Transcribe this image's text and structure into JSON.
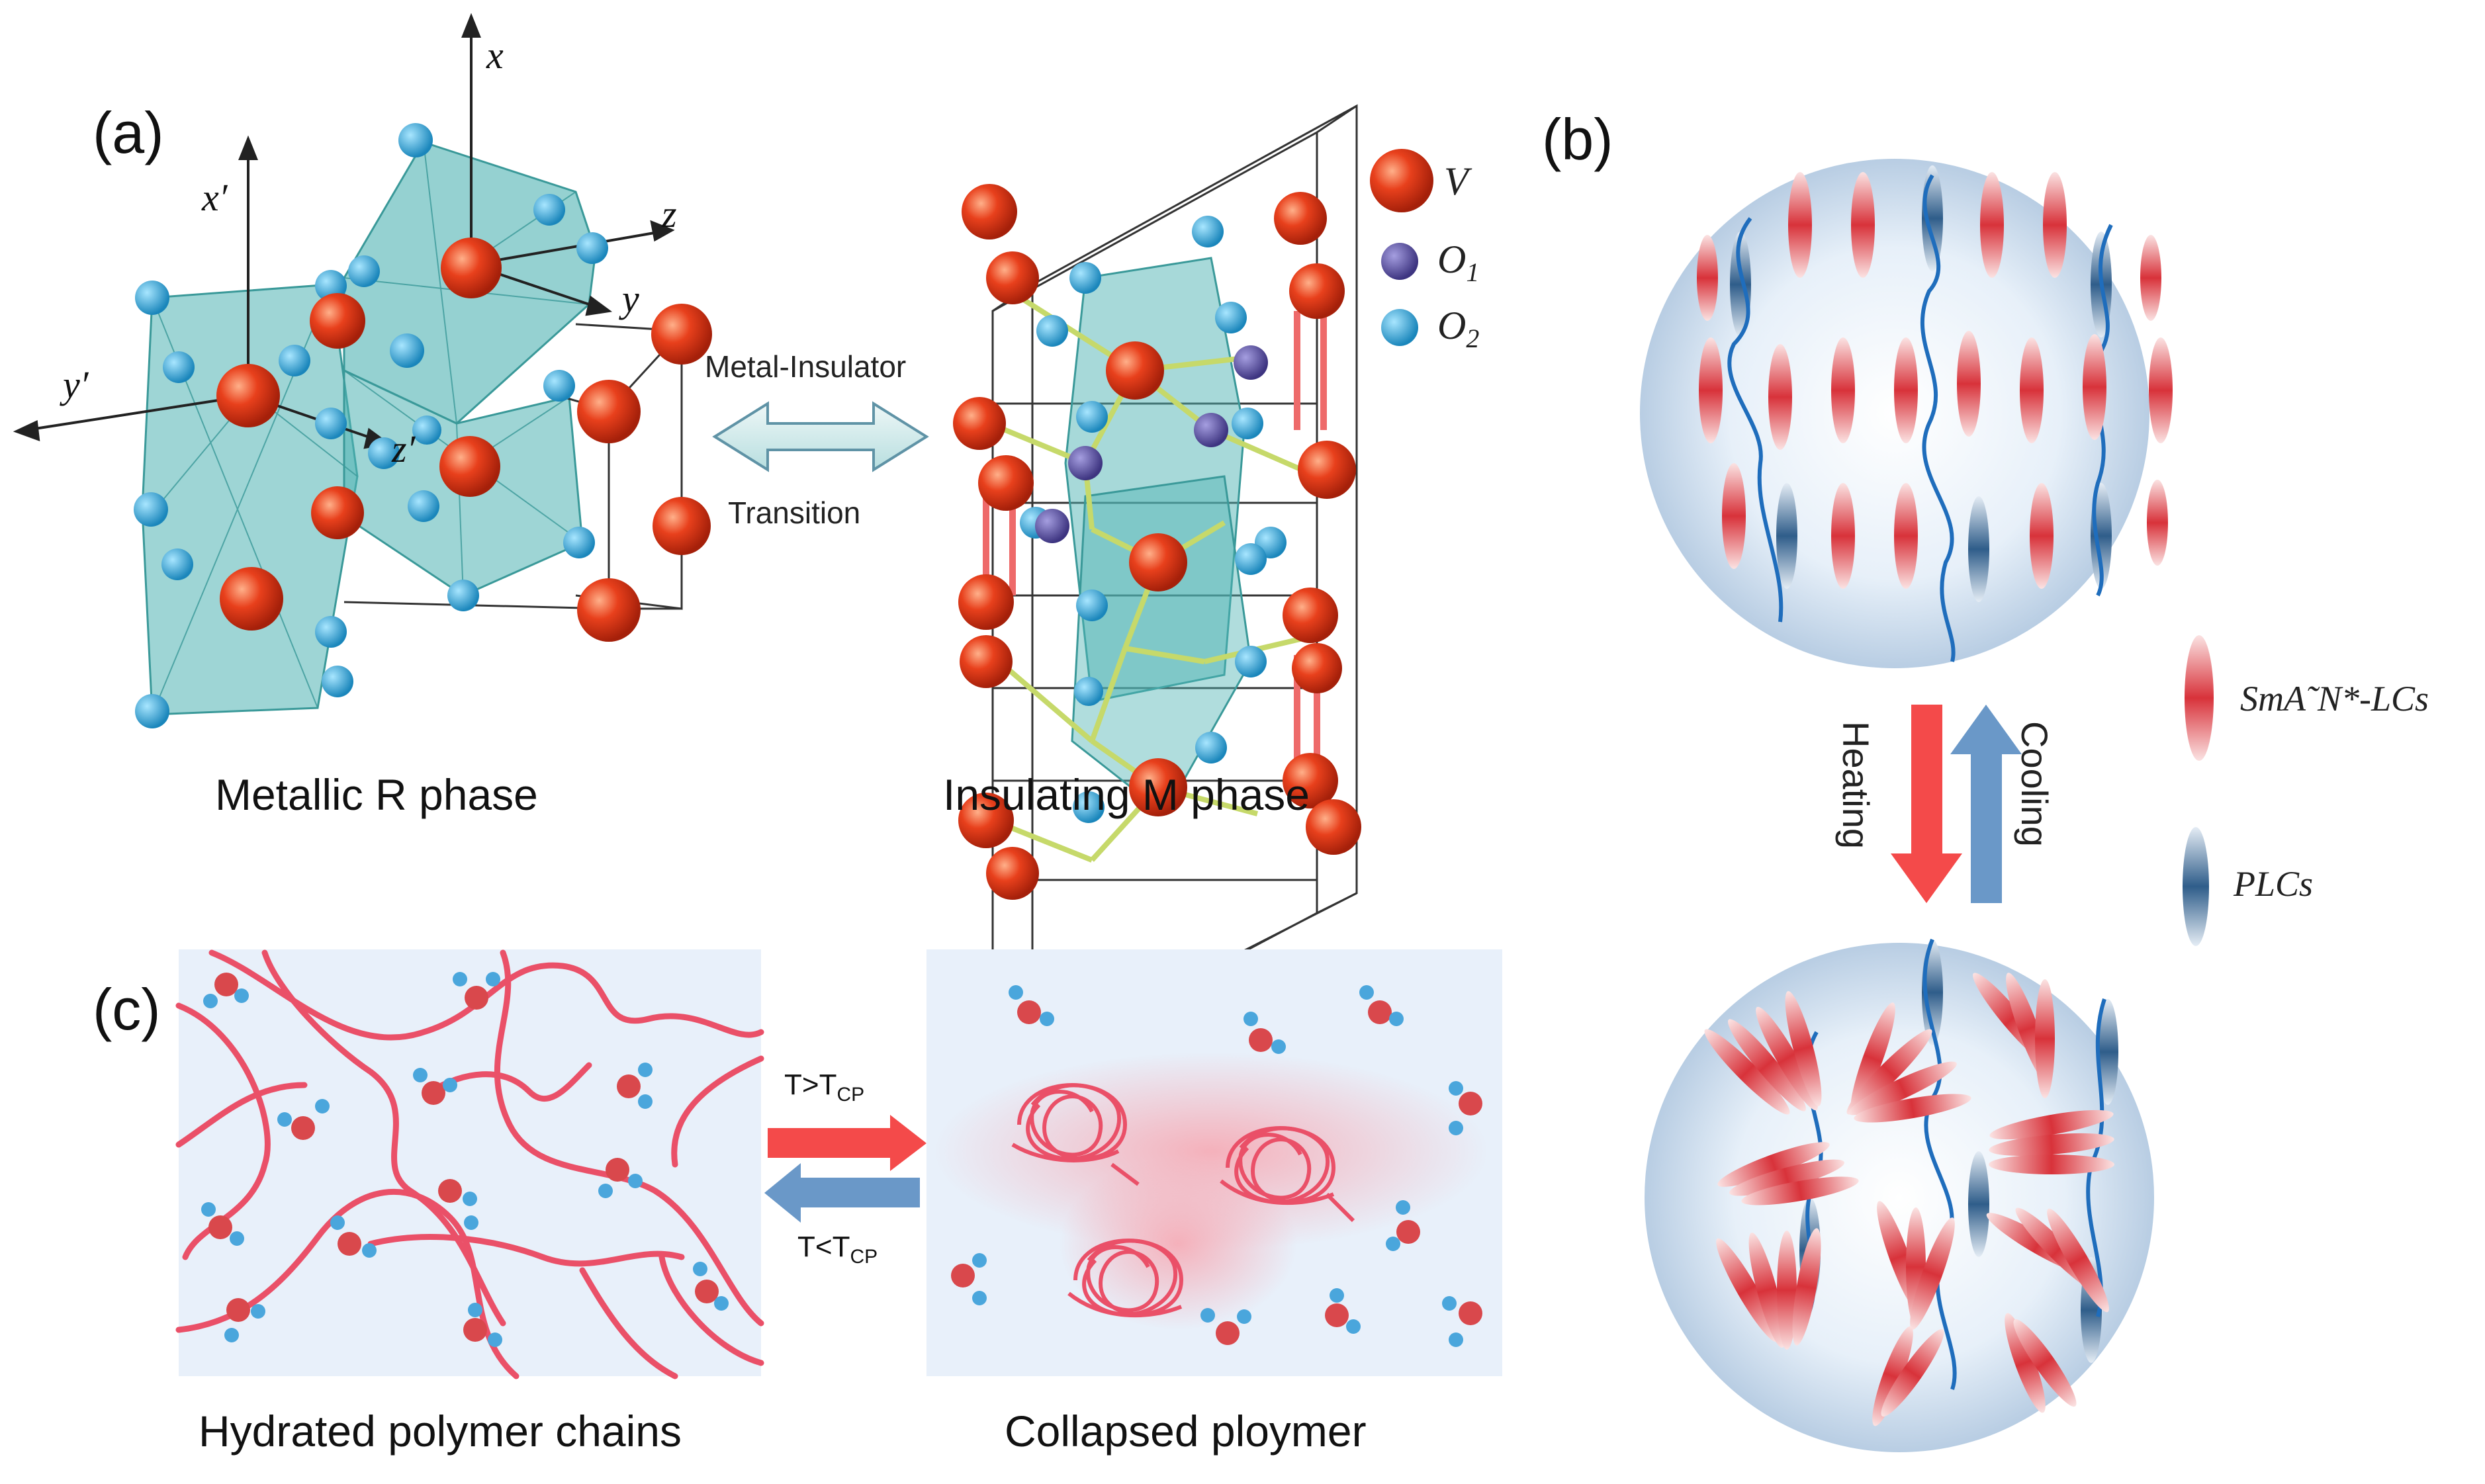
{
  "panel_a": {
    "label": "(a)",
    "axis_labels": {
      "x": "x",
      "y": "y",
      "z": "z",
      "x_prime": "x′",
      "y_prime": "y′",
      "z_prime": "z′"
    },
    "transition_top": "Metal-Insulator",
    "transition_bottom": "Transition",
    "caption_left": "Metallic R phase",
    "caption_right": "Insulating M phase",
    "legend": [
      {
        "label": "V",
        "sub": "",
        "color": "#e8401c"
      },
      {
        "label": "O",
        "sub": "1",
        "color": "#5b4f9e"
      },
      {
        "label": "O",
        "sub": "2",
        "color": "#2aa7d8"
      }
    ]
  },
  "panel_b": {
    "label": "(b)",
    "heating": "Heating",
    "cooling": "Cooling",
    "legend": [
      {
        "label": "SmA˜N*-LCs",
        "color": "#d8323a"
      },
      {
        "label": "PLCs",
        "color": "#2f5d8a"
      }
    ],
    "colors": {
      "heating_arrow": "#f44a4a",
      "cooling_arrow": "#6a98c8"
    }
  },
  "panel_c": {
    "label": "(c)",
    "arrow_top": {
      "text": "T>T",
      "sub": "CP"
    },
    "arrow_bottom": {
      "text": "T<T",
      "sub": "CP"
    },
    "caption_left": "Hydrated polymer chains",
    "caption_right": "Collapsed ploymer",
    "colors": {
      "polymer": "#ea5068",
      "water_oxygen": "#d9484c",
      "water_hydrogen": "#4aa6dc",
      "panel_bg": "#e8f0fa"
    }
  }
}
